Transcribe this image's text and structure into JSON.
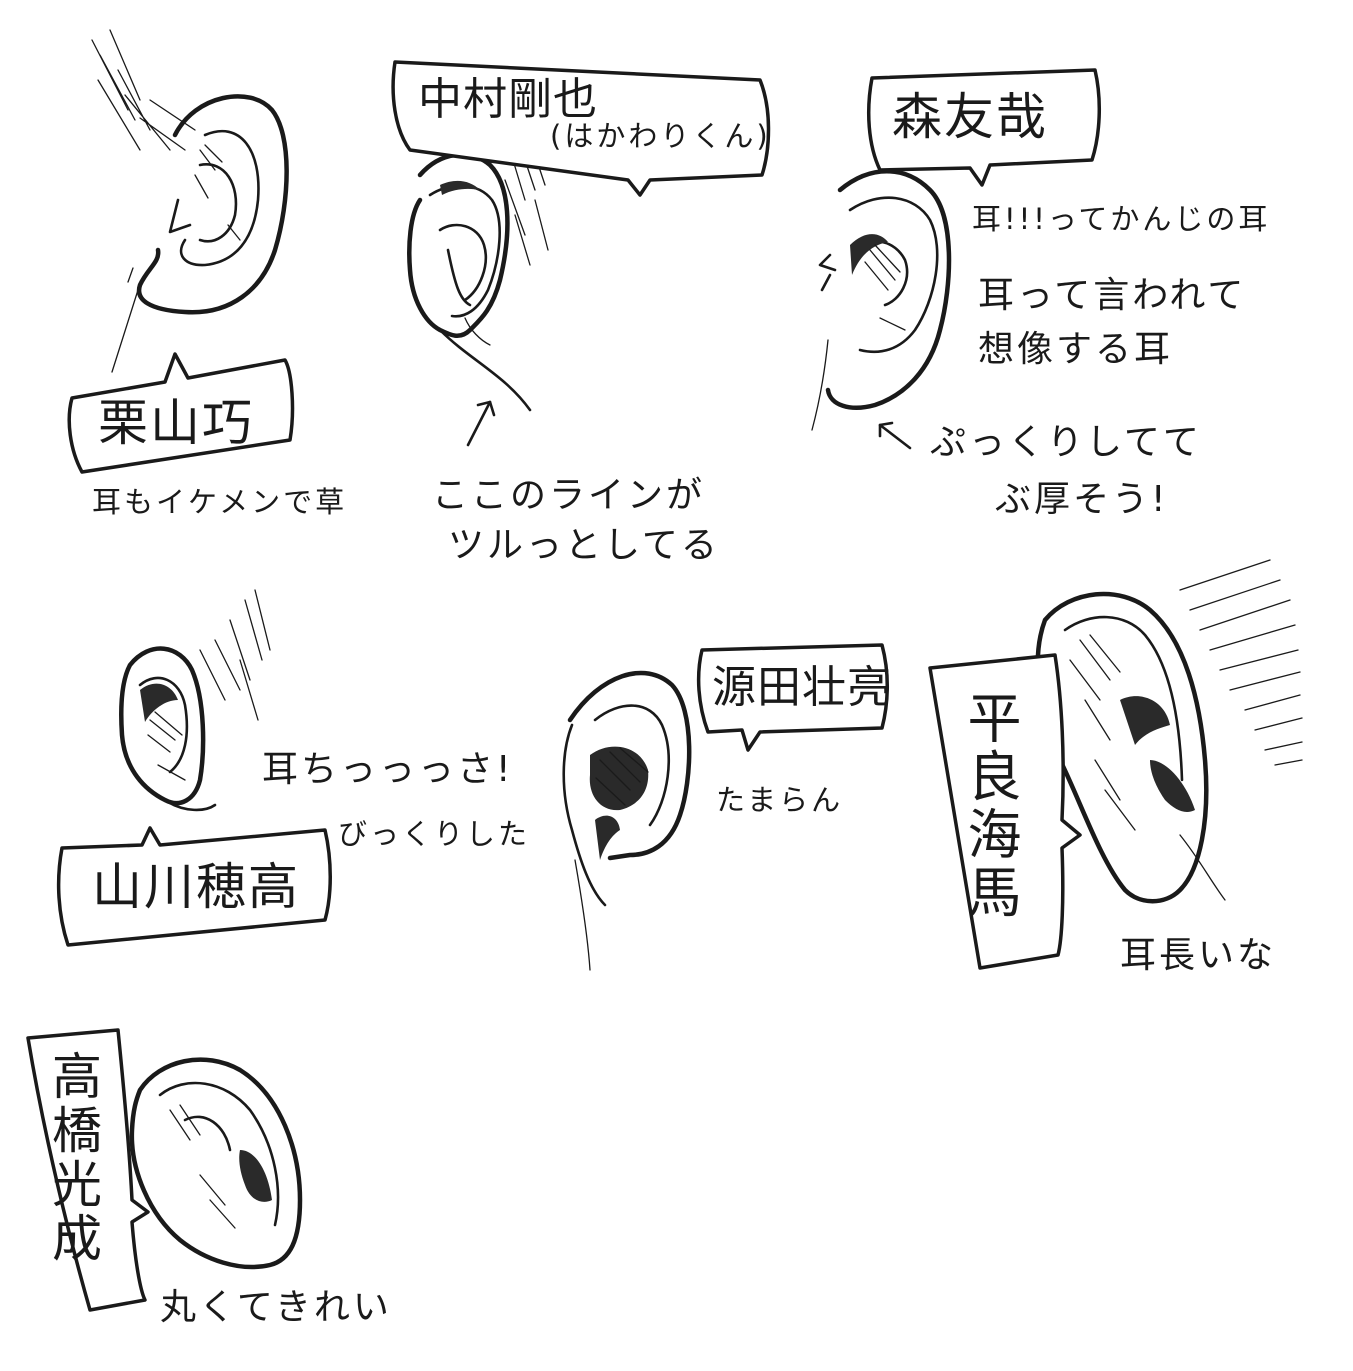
{
  "colors": {
    "ink": "#1a1a1a",
    "paper": "#ffffff"
  },
  "sketches": [
    {
      "name": "栗山巧",
      "note": "耳もイケメンで草"
    },
    {
      "name": "中村剛也",
      "subname": "(はかわりくん)",
      "note_lines": [
        "ここのラインが",
        "ツルっとしてる"
      ]
    },
    {
      "name": "森友哉",
      "note_lines": [
        "耳!!!ってかんじの耳",
        "耳って言われて",
        "想像する耳"
      ],
      "note2_lines": [
        "ぷっくりしてて",
        "ぶ厚そう!"
      ]
    },
    {
      "name": "山川穂高",
      "note_lines": [
        "耳ちっっっさ!",
        "びっくりした"
      ]
    },
    {
      "name": "源田壮亮",
      "note": "たまらん"
    },
    {
      "name": "平良海馬",
      "note": "耳長いな"
    },
    {
      "name": "高橋光成",
      "note": "丸くてきれい"
    }
  ],
  "icons": [
    "arrow-up-right-icon",
    "arrow-up-left-icon"
  ]
}
